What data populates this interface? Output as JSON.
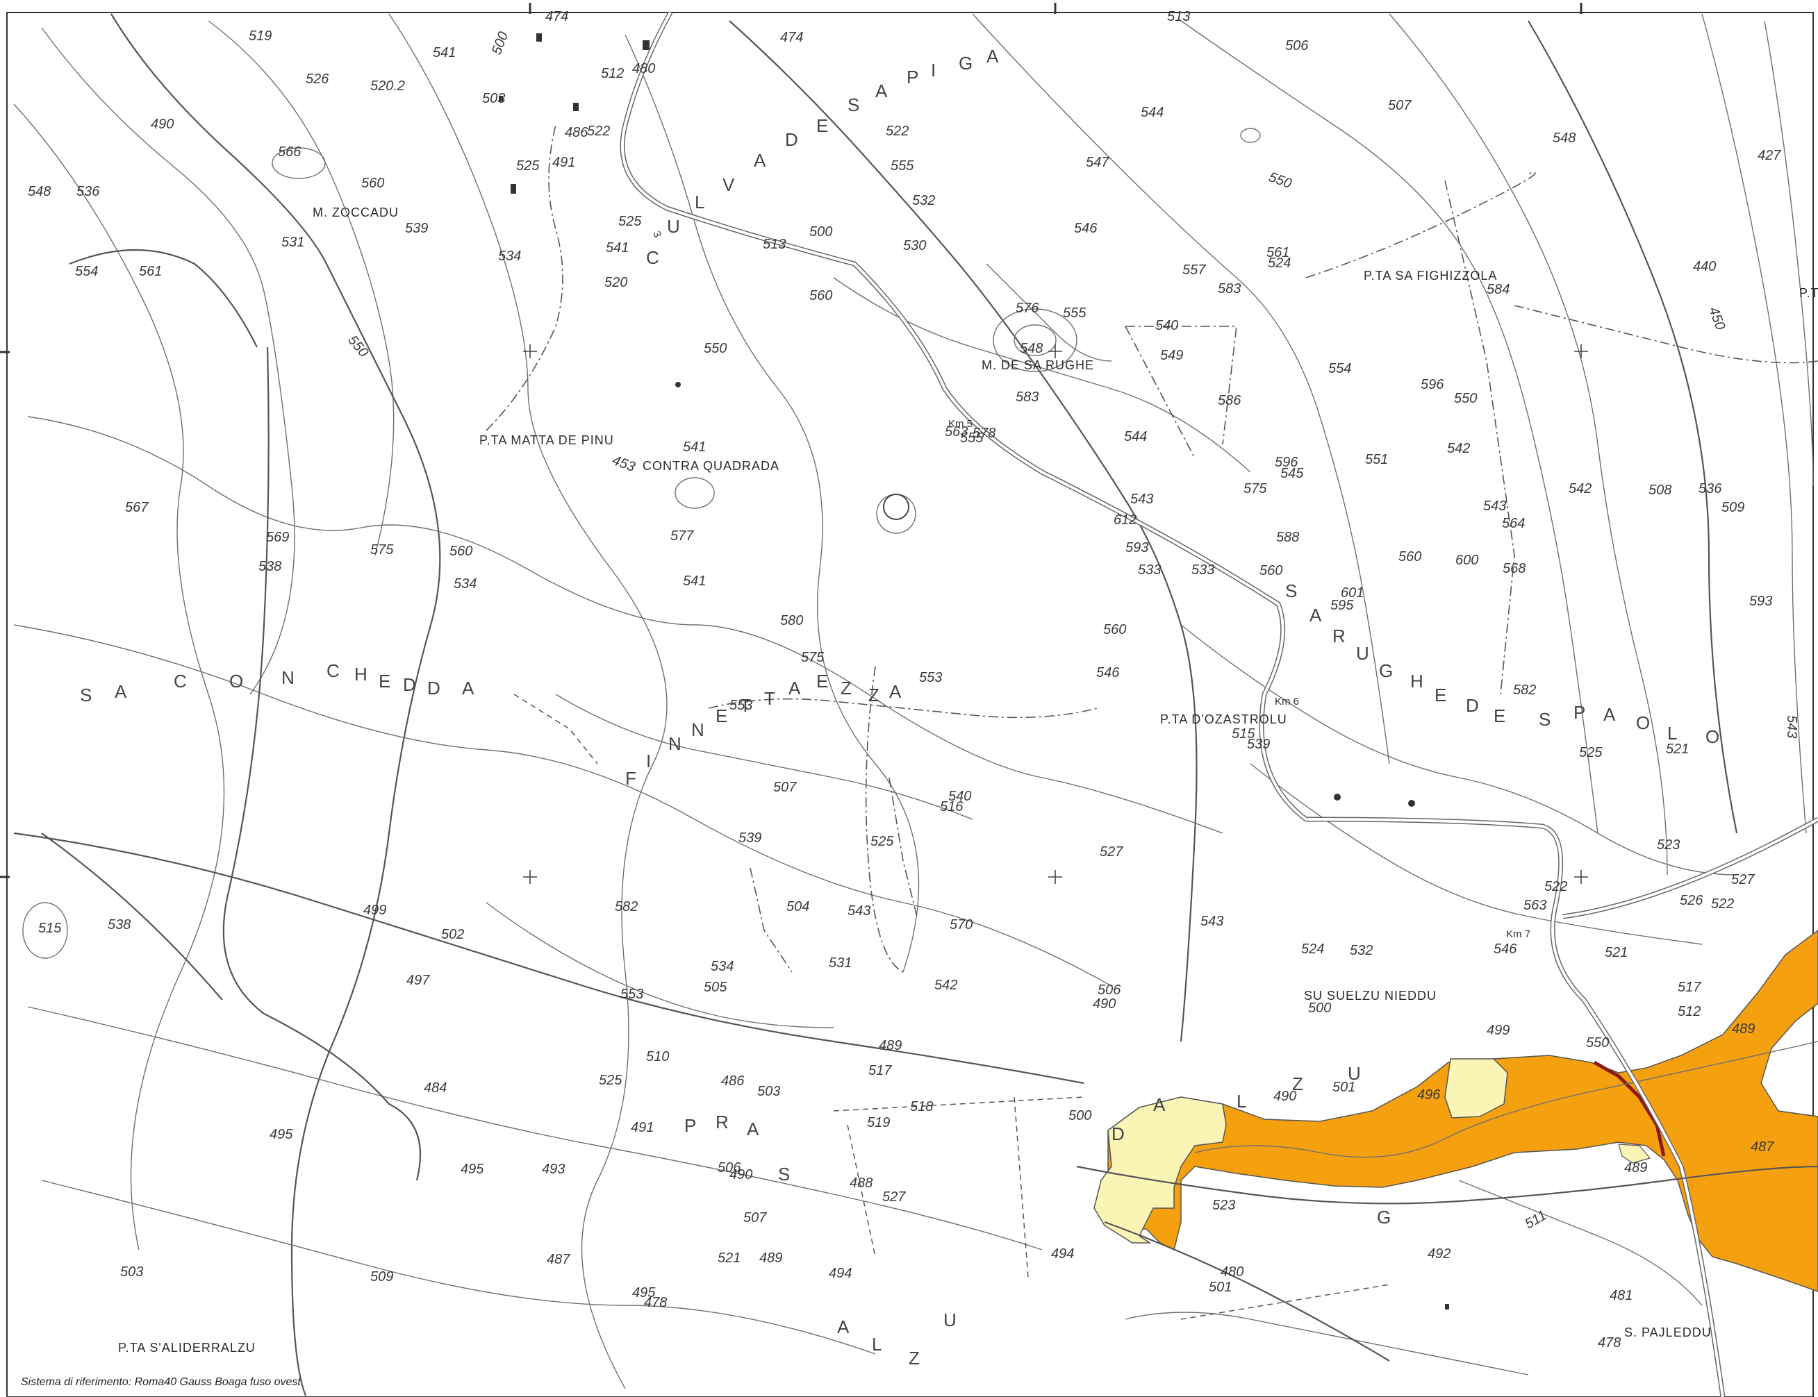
{
  "map": {
    "colors": {
      "background": "#ffffff",
      "contour": "#6f6f6f",
      "road": "#555555",
      "hazard_high": "#f5a00f",
      "hazard_low": "#fbf5b5",
      "hazard_line": "#8b1a1a"
    },
    "elevation_labels": [
      "519",
      "526",
      "520.2",
      "541",
      "500",
      "503",
      "480",
      "474",
      "474",
      "513",
      "506",
      "507",
      "548",
      "427",
      "440",
      "450",
      "486",
      "525",
      "522",
      "512",
      "522",
      "566",
      "560",
      "490",
      "536",
      "548",
      "554",
      "561",
      "531",
      "539",
      "534",
      "541",
      "513",
      "555",
      "532",
      "546",
      "547",
      "544",
      "550",
      "550",
      "520",
      "491",
      "525",
      "500",
      "530",
      "557",
      "583",
      "561",
      "584",
      "560",
      "550",
      "548",
      "555",
      "586",
      "540",
      "549",
      "524",
      "554",
      "596",
      "541",
      "563",
      "555",
      "576",
      "583",
      "578",
      "544",
      "543",
      "575",
      "596",
      "551",
      "543",
      "542",
      "550",
      "542",
      "564",
      "588",
      "612",
      "593",
      "545",
      "536",
      "567",
      "453",
      "560",
      "600",
      "508",
      "509",
      "577",
      "569",
      "575",
      "560",
      "541",
      "533",
      "533",
      "560",
      "601",
      "595",
      "538",
      "534",
      "580",
      "575",
      "560",
      "568",
      "593",
      "582",
      "543",
      "553",
      "546",
      "515",
      "539",
      "521",
      "525",
      "527",
      "553",
      "507",
      "540",
      "522",
      "539",
      "525",
      "516",
      "526",
      "523",
      "527",
      "543",
      "563",
      "546",
      "515",
      "504",
      "499",
      "502",
      "582",
      "531",
      "534",
      "543",
      "524",
      "532",
      "522",
      "521",
      "538",
      "505",
      "506",
      "553",
      "570",
      "542",
      "499",
      "550",
      "517",
      "489",
      "490",
      "501",
      "496",
      "500",
      "497",
      "484",
      "486",
      "490",
      "512",
      "495",
      "493",
      "491",
      "503",
      "519",
      "525",
      "510",
      "518",
      "517",
      "489",
      "488",
      "527",
      "495",
      "490",
      "506",
      "500",
      "523",
      "489",
      "487",
      "511",
      "507",
      "489",
      "487",
      "501",
      "492",
      "521",
      "478",
      "480",
      "481",
      "494",
      "503",
      "494",
      "478",
      "495",
      "509"
    ],
    "place_names": [
      "M. ZOCCADU",
      "P.TA MATTA DE PINU",
      "CONTRA QUADRADA",
      "M. DE SA RUGHE",
      "P.TA SA FIGHIZZOLA",
      "P.TA D'OZASTROLU",
      "SU SUELZU NIEDDU",
      "P.TA S'ALIDERRALZU",
      "S. PAJLEDDU",
      "P.TA"
    ],
    "region_letters": {
      "culva_de_sa_piga": [
        "C",
        "U",
        "L",
        "V",
        "A",
        "D",
        "E",
        "S",
        "A",
        "P",
        "I",
        "G",
        "A"
      ],
      "sa_conchedda": [
        "S",
        "A",
        "C",
        "O",
        "N",
        "C",
        "H",
        "E",
        "D",
        "D",
        "A"
      ],
      "finnetta_ezza": [
        "F",
        "I",
        "N",
        "N",
        "E",
        "T",
        "T",
        "A",
        "E",
        "Z",
        "Z",
        "A"
      ],
      "sa_rughe": [
        "S",
        "A",
        "R",
        "U",
        "G",
        "H",
        "E",
        "D",
        "E",
        "S",
        "P",
        "A",
        "O",
        "L",
        "O"
      ],
      "pras": [
        "P",
        "R",
        "A",
        "S"
      ],
      "dalzu": [
        "D",
        "A",
        "L",
        "Z",
        "U"
      ],
      "alzu": [
        "A",
        "L",
        "Z",
        "U"
      ],
      "g": [
        "G"
      ]
    },
    "km_markers": [
      "Km 5",
      "Km 6",
      "Km 7"
    ],
    "road_number": "3"
  },
  "footer": {
    "reference_system": "Sistema di riferimento: Roma40 Gauss Boaga fuso ovest"
  }
}
